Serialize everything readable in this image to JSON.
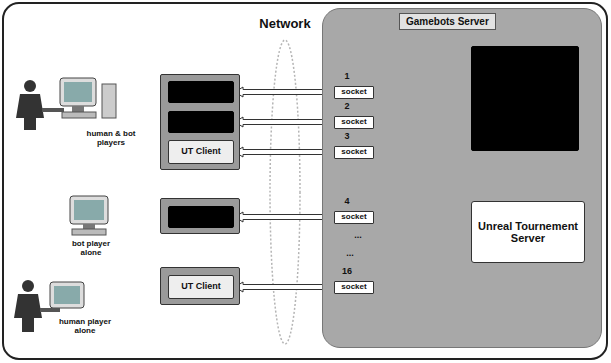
{
  "diagram": {
    "nodes": [
      {
        "text": []
      },
      {
        "text": [],
        "in": 0
      },
      {
        "text": [],
        "in": 0
      },
      {
        "text": [
          "UT Client"
        ],
        "in": 0
      },
      {
        "text": []
      },
      {
        "text": [],
        "in": 4
      },
      {
        "text": []
      },
      {
        "text": [
          "UT Client"
        ],
        "in": 6
      },
      {
        "text": [
          "Gamebots Server"
        ]
      },
      {
        "text": [
          "socket"
        ],
        "in": 8
      },
      {
        "text": [
          "socket"
        ],
        "in": 8
      },
      {
        "text": [
          "socket"
        ],
        "in": 8
      },
      {
        "text": [
          "socket"
        ],
        "in": 8
      },
      {
        "text": [
          "socket"
        ],
        "in": 8
      },
      {
        "text": [],
        "in": 8
      },
      {
        "text": [
          "Unreal Tournement Server"
        ],
        "in": 8
      }
    ],
    "edges": [
      {
        "from": 1,
        "to": 9,
        "arrow": "both"
      },
      {
        "from": 2,
        "to": 10,
        "arrow": "both"
      },
      {
        "from": 3,
        "to": 11,
        "arrow": "both"
      },
      {
        "from": 5,
        "to": 12,
        "arrow": "both"
      },
      {
        "from": 7,
        "to": 13,
        "arrow": "both"
      },
      {
        "from": 9,
        "to": 14,
        "arrow": "none"
      },
      {
        "from": 10,
        "to": 14,
        "arrow": "none"
      },
      {
        "from": 11,
        "to": 15,
        "arrow": "none"
      },
      {
        "from": 12,
        "to": 14,
        "arrow": "none"
      },
      {
        "from": 13,
        "to": 15,
        "arrow": "none"
      },
      {
        "from": 14,
        "to": 15,
        "arrow": "both"
      }
    ],
    "labels": [
      "Network",
      "1",
      "2",
      "3",
      "4",
      "...",
      "...",
      "16",
      "human & bot players",
      "bot player alone",
      "human player alone"
    ]
  }
}
